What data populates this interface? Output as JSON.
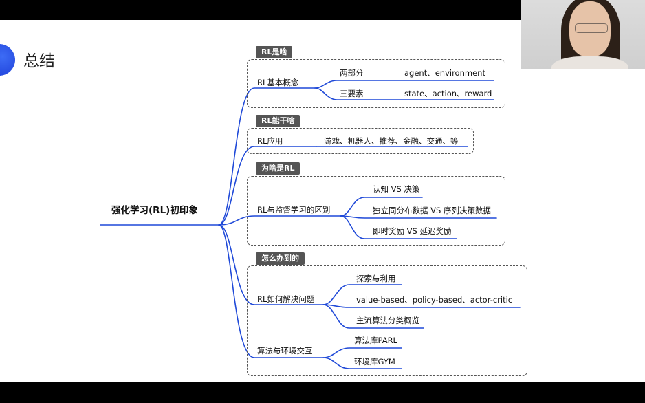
{
  "slide": {
    "title": "总结",
    "root": "强化学习(RL)初印象",
    "sections": [
      {
        "header": "RL是啥",
        "topic": "RL基本概念",
        "items": [
          {
            "label": "两部分",
            "detail": "agent、environment"
          },
          {
            "label": "三要素",
            "detail": "state、action、reward"
          }
        ]
      },
      {
        "header": "RL能干啥",
        "topic": "RL应用",
        "detail": "游戏、机器人、推荐、金融、交通、等"
      },
      {
        "header": "为啥是RL",
        "topic": "RL与监督学习的区别",
        "items": [
          "认知 VS 决策",
          "独立同分布数据 VS 序列决策数据",
          "即时奖励 VS 延迟奖励"
        ]
      },
      {
        "header": "怎么办到的",
        "topics": [
          {
            "topic": "RL如何解决问题",
            "items": [
              "探索与利用",
              "value-based、policy-based、actor-critic",
              "主流算法分类概览"
            ]
          },
          {
            "topic": "算法与环境交互",
            "items": [
              "算法库PARL",
              "环境库GYM"
            ]
          }
        ]
      }
    ]
  },
  "colors": {
    "line": "#1f49d8",
    "header_bg": "#555555",
    "accent": "#2a4fe6"
  },
  "webcam": {
    "label": "presenter-video"
  }
}
